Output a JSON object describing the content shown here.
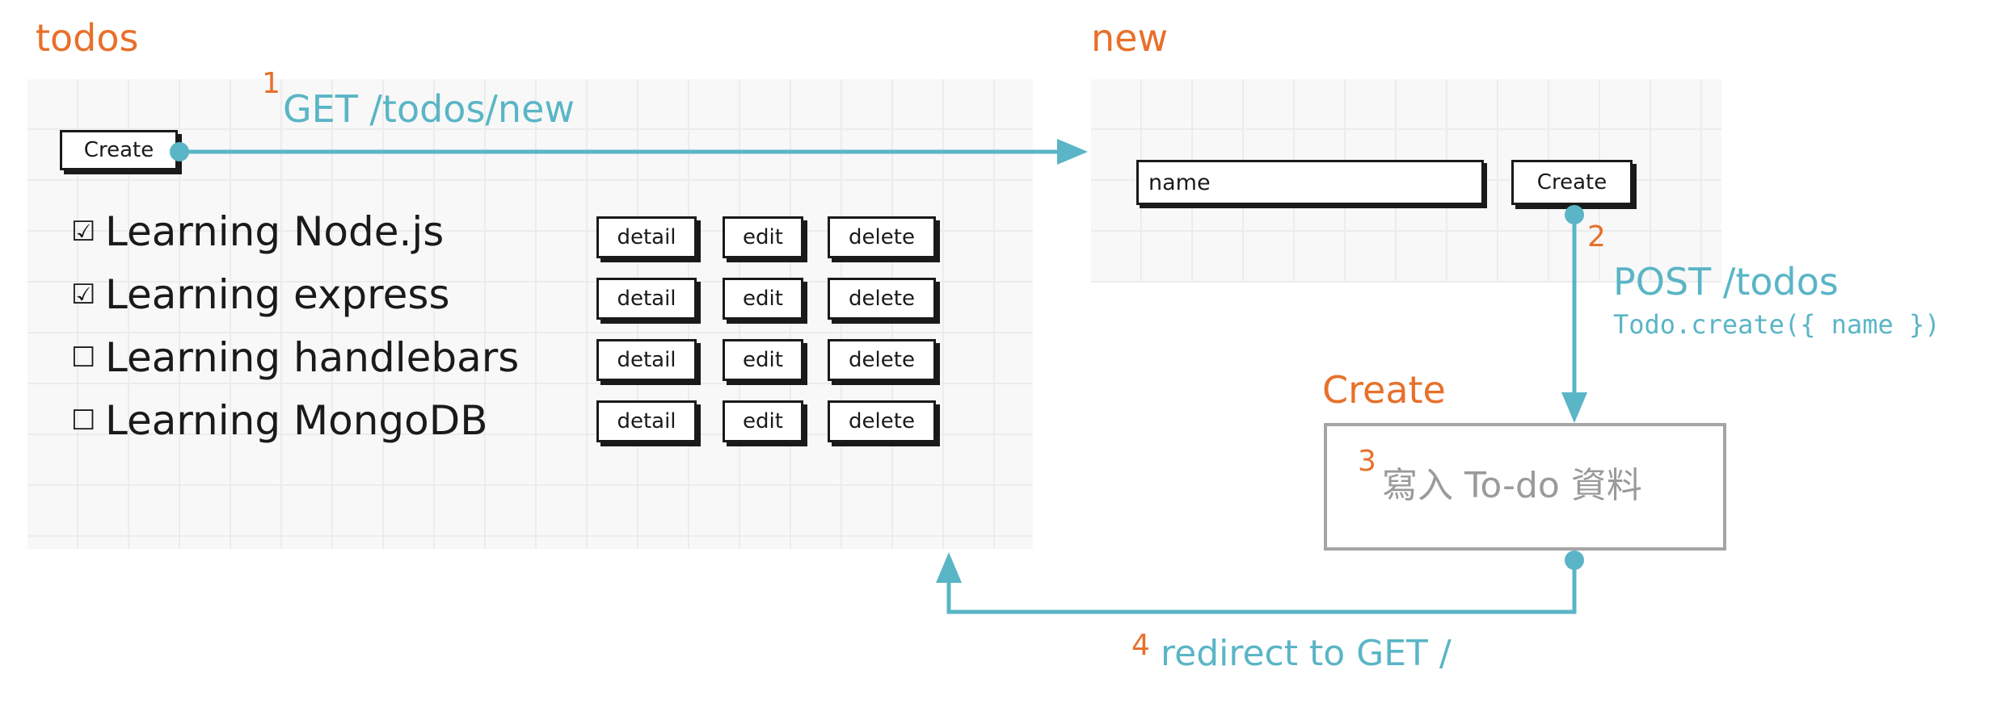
{
  "todos_page": {
    "title": "todos",
    "create_button": "Create",
    "items": [
      {
        "check": "☑",
        "label": "Learning Node.js"
      },
      {
        "check": "☑",
        "label": "Learning express"
      },
      {
        "check": "☐",
        "label": "Learning handlebars"
      },
      {
        "check": "☐",
        "label": "Learning MongoDB"
      }
    ],
    "item_buttons": {
      "detail": "detail",
      "edit": "edit",
      "delete": "delete"
    }
  },
  "new_page": {
    "title": "new",
    "name_input_value": "name",
    "create_button": "Create"
  },
  "create_route": {
    "title": "Create",
    "step_number": "3",
    "description": "寫入 To-do 資料"
  },
  "steps": {
    "step1": {
      "number": "1",
      "label": "GET /todos/new"
    },
    "step2": {
      "number": "2",
      "label": "POST /todos",
      "code": "Todo.create({ name })"
    },
    "step4": {
      "number": "4",
      "label": "redirect to GET /"
    }
  },
  "colors": {
    "accent_orange": "#e8702a",
    "flow_teal": "#5ab5c6",
    "box_gray": "#a5a5a5"
  }
}
